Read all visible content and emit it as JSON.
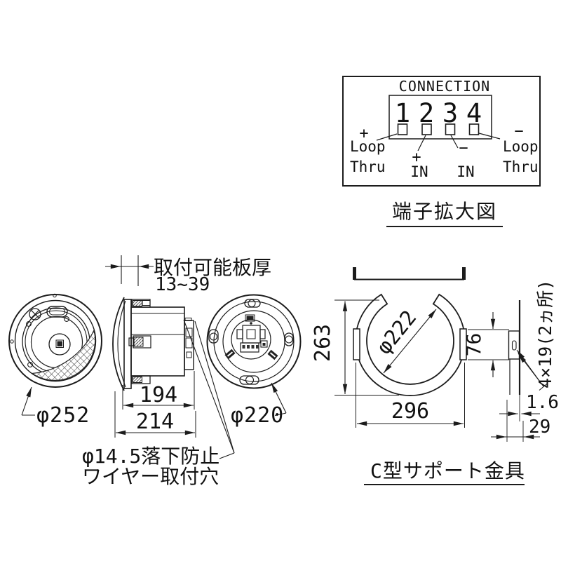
{
  "colors": {
    "background": "#ffffff",
    "line": "#1c1c1c",
    "ink": "#111111"
  },
  "connection_panel": {
    "title": "CONNECTION",
    "terminals": [
      "1",
      "2",
      "3",
      "4"
    ],
    "labels": {
      "left_sign": "+",
      "left_line1": "Loop",
      "left_line2": "Thru",
      "in_plus_sign": "+",
      "in_plus_label": "IN",
      "in_minus_sign": "−",
      "in_minus_label": "IN",
      "right_sign": "−",
      "right_line1": "Loop",
      "right_line2": "Thru"
    },
    "caption": "端子拡大図"
  },
  "front_view": {
    "diameter": "φ252"
  },
  "side_view": {
    "board_label": "取付可能板厚",
    "board_range": "13~39",
    "dim_body_depth": "194",
    "dim_overall_depth": "214",
    "wire_hole_line1": "φ14.5落下防止",
    "wire_hole_line2": "ワイヤー取付穴"
  },
  "rear_view": {
    "diameter": "φ220"
  },
  "bracket": {
    "dim_height": "263",
    "dim_width": "296",
    "dim_inner_diameter": "φ222",
    "dim_tab_height": "76",
    "slot_label": "4×19(2ヵ所)",
    "dim_thickness": "1.6",
    "dim_flange_depth": "29",
    "caption": "C型サポート金具"
  }
}
